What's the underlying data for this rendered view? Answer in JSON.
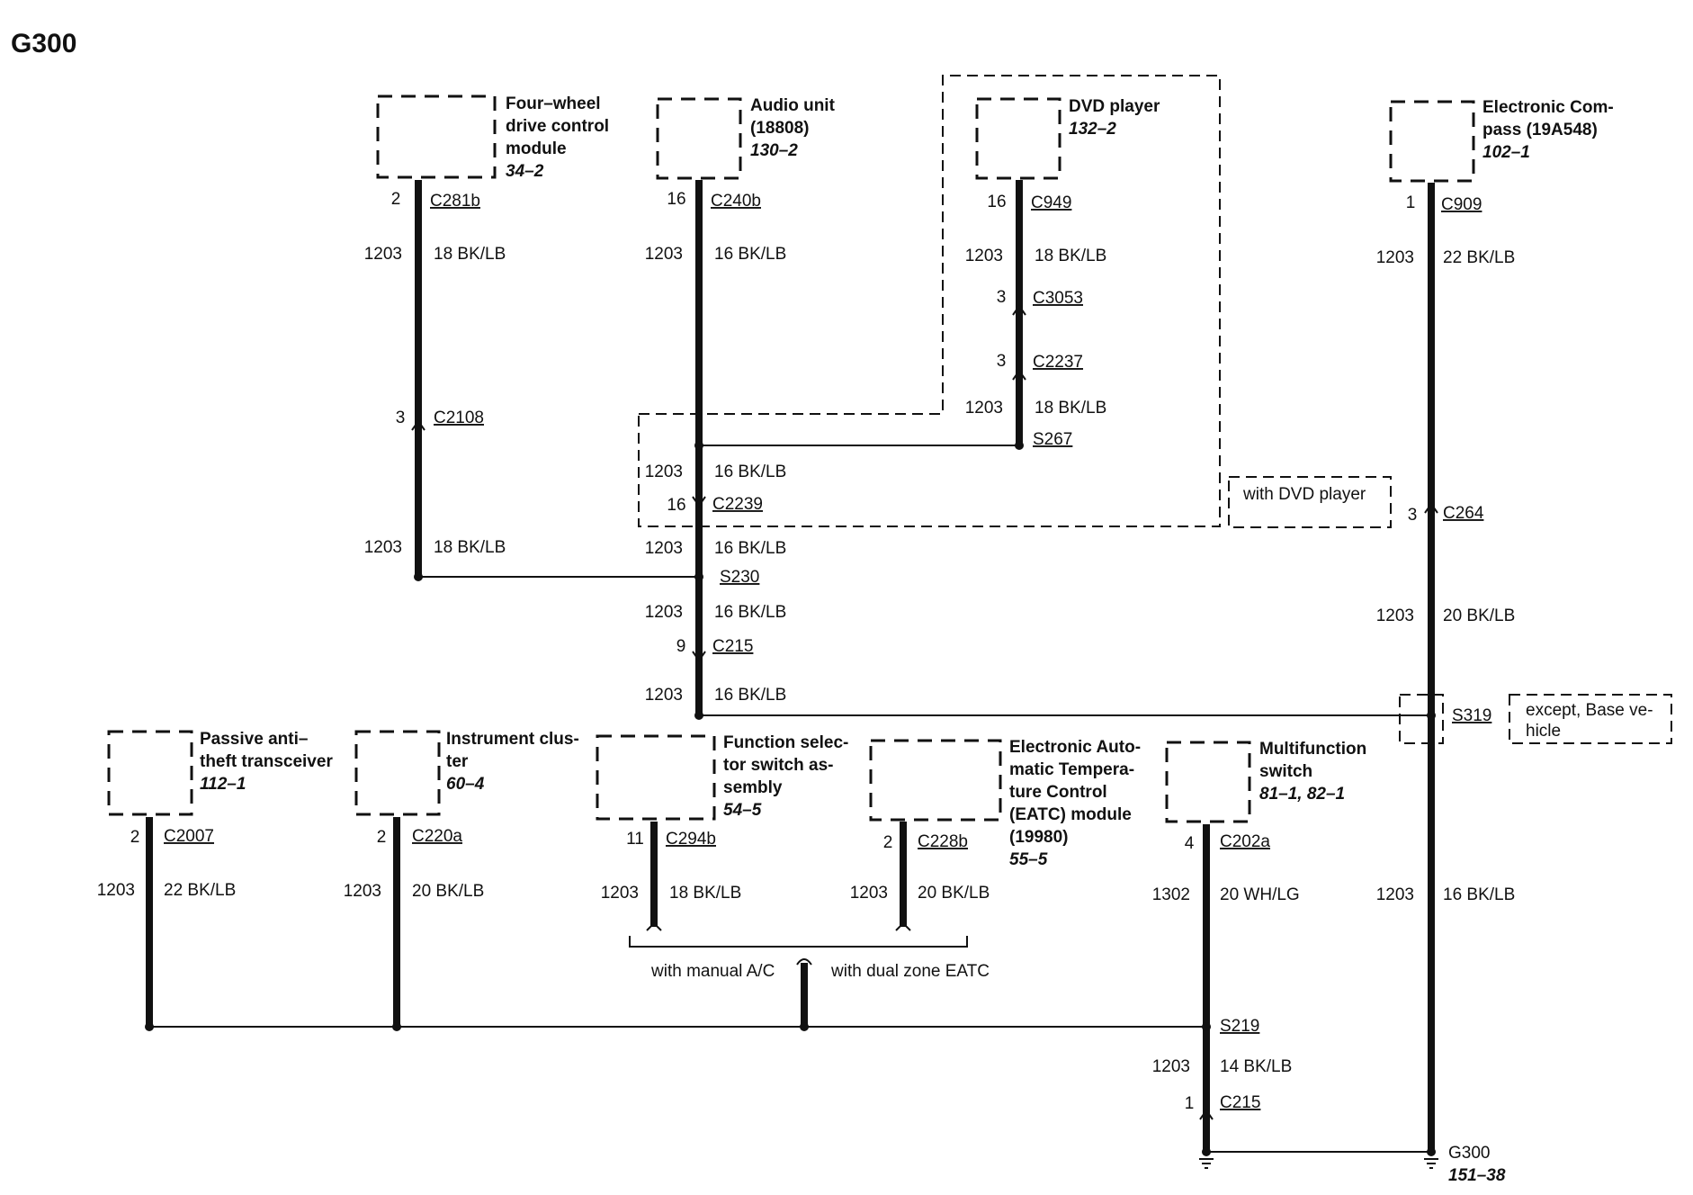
{
  "title": "G300",
  "components": {
    "fourwd": {
      "lines": [
        "Four–wheel",
        "drive control",
        "module"
      ],
      "ref": "34–2"
    },
    "audio": {
      "lines": [
        "Audio unit",
        "(18808)"
      ],
      "ref": "130–2"
    },
    "dvd": {
      "lines": [
        "DVD player"
      ],
      "ref": "132–2"
    },
    "compass": {
      "lines": [
        "Electronic Com-",
        "pass (19A548)"
      ],
      "ref": "102–1"
    },
    "pats": {
      "lines": [
        "Passive anti–",
        "theft transceiver"
      ],
      "ref": "112–1"
    },
    "cluster": {
      "lines": [
        "Instrument clus-",
        "ter"
      ],
      "ref": "60–4"
    },
    "fss": {
      "lines": [
        "Function selec-",
        "tor switch as-",
        "sembly"
      ],
      "ref": "54–5"
    },
    "eatc": {
      "lines": [
        "Electronic Auto-",
        "matic Tempera-",
        "ture Control",
        "(EATC) module",
        "(19980)"
      ],
      "ref": "55–5"
    },
    "mfs": {
      "lines": [
        "Multifunction",
        "switch"
      ],
      "ref": "81–1, 82–1"
    }
  },
  "connectors": {
    "c281b": {
      "pin": "2",
      "name": "C281b"
    },
    "c2108": {
      "pin": "3",
      "name": "C2108"
    },
    "c240b": {
      "pin": "16",
      "name": "C240b"
    },
    "c2239": {
      "pin": "16",
      "name": "C2239"
    },
    "c215a": {
      "pin": "9",
      "name": "C215"
    },
    "c949": {
      "pin": "16",
      "name": "C949"
    },
    "c3053": {
      "pin": "3",
      "name": "C3053"
    },
    "c2237": {
      "pin": "3",
      "name": "C2237"
    },
    "c909": {
      "pin": "1",
      "name": "C909"
    },
    "c264": {
      "pin": "3",
      "name": "C264"
    },
    "c2007": {
      "pin": "2",
      "name": "C2007"
    },
    "c220a": {
      "pin": "2",
      "name": "C220a"
    },
    "c294b": {
      "pin": "11",
      "name": "C294b"
    },
    "c228b": {
      "pin": "2",
      "name": "C228b"
    },
    "c202a": {
      "pin": "4",
      "name": "C202a"
    },
    "c215b": {
      "pin": "1",
      "name": "C215"
    }
  },
  "splices": {
    "s267": "S267",
    "s230": "S230",
    "s319": "S319",
    "s219": "S219"
  },
  "ground": {
    "name": "G300",
    "ref": "151–38"
  },
  "wires": {
    "w_4wd_top": {
      "circuit": "1203",
      "spec": "18 BK/LB"
    },
    "w_4wd_bot": {
      "circuit": "1203",
      "spec": "18 BK/LB"
    },
    "w_audio_top": {
      "circuit": "1203",
      "spec": "16 BK/LB"
    },
    "w_audio_mid": {
      "circuit": "1203",
      "spec": "16 BK/LB"
    },
    "w_audio_s230": {
      "circuit": "1203",
      "spec": "16 BK/LB"
    },
    "w_audio_c215": {
      "circuit": "1203",
      "spec": "16 BK/LB"
    },
    "w_audio_bot": {
      "circuit": "1203",
      "spec": "16 BK/LB"
    },
    "w_dvd_top": {
      "circuit": "1203",
      "spec": "18 BK/LB"
    },
    "w_dvd_bot": {
      "circuit": "1203",
      "spec": "18 BK/LB"
    },
    "w_compass_top": {
      "circuit": "1203",
      "spec": "22 BK/LB"
    },
    "w_compass_mid": {
      "circuit": "1203",
      "spec": "20 BK/LB"
    },
    "w_compass_bot": {
      "circuit": "1203",
      "spec": "16 BK/LB"
    },
    "w_pats": {
      "circuit": "1203",
      "spec": "22 BK/LB"
    },
    "w_cluster": {
      "circuit": "1203",
      "spec": "20 BK/LB"
    },
    "w_fss": {
      "circuit": "1203",
      "spec": "18 BK/LB"
    },
    "w_eatc": {
      "circuit": "1203",
      "spec": "20 BK/LB"
    },
    "w_mfs": {
      "circuit": "1302",
      "spec": "20 WH/LG"
    },
    "w_s219": {
      "circuit": "1203",
      "spec": "14 BK/LB"
    }
  },
  "notes": {
    "with_dvd": "with DVD player",
    "except_base": [
      "except, Base ve-",
      "hicle"
    ],
    "manual_ac": "with manual A/C",
    "dual_zone": "with dual zone EATC"
  }
}
